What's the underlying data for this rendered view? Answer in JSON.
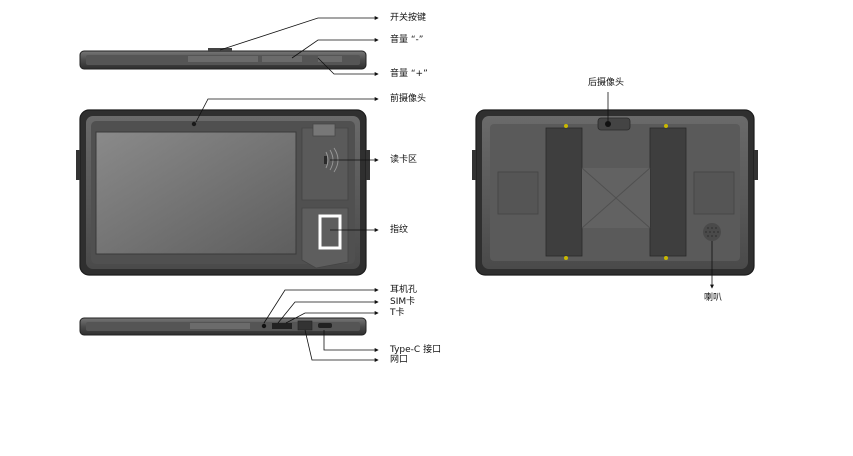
{
  "labels": {
    "power_button": "开关按键",
    "volume_down": "音量 “-”",
    "volume_up": "音量 “+”",
    "front_camera": "前摄像头",
    "card_reader": "读卡区",
    "fingerprint": "指纹",
    "rear_camera": "后摄像头",
    "speaker": "喇叭",
    "headphone_jack": "耳机孔",
    "sim_card": "SIM卡",
    "t_card": "T卡",
    "type_c": "Type-C 接口",
    "network_port": "网口"
  },
  "colors": {
    "body_dark": "#3a3a3a",
    "body_mid": "#5c5c5c",
    "screen": "#6e6e6e",
    "fingerprint_frame": "#ffffff",
    "camera_ring": "#c9b800"
  }
}
